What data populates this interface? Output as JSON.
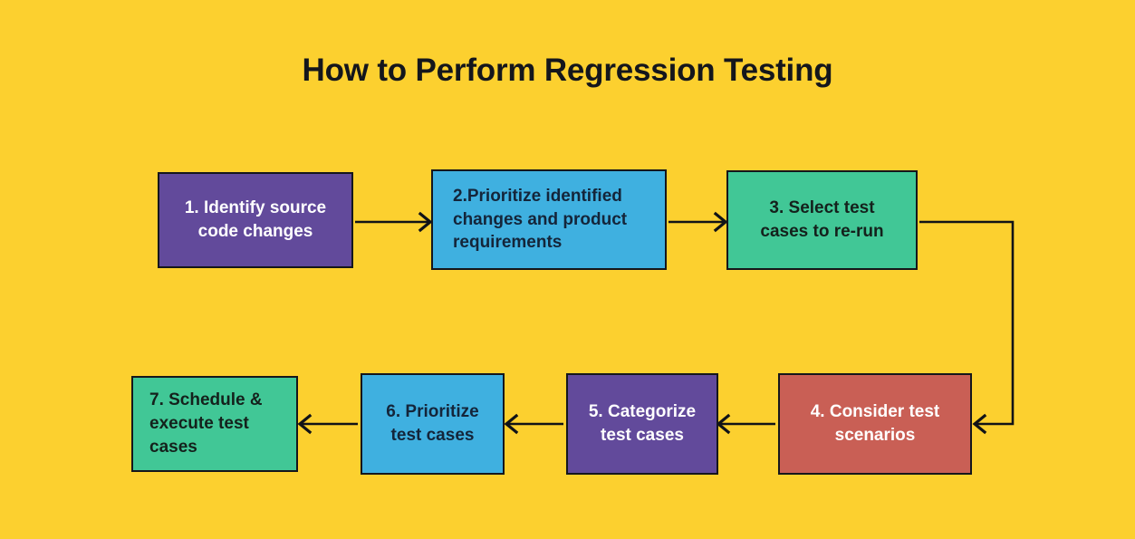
{
  "diagram": {
    "title": "How to Perform Regression Testing",
    "background_color": "#fcd02f",
    "title_color": "#14161c",
    "type": "flowchart",
    "nodes": [
      {
        "id": "n1",
        "label": "1. Identify source\ncode changes",
        "color": "#624a9b",
        "text_color": "#ffffff",
        "align": "center"
      },
      {
        "id": "n2",
        "label": "2.Prioritize identified\nchanges and product\nrequirements",
        "color": "#3fb0e0",
        "text_color": "#14253a",
        "align": "left"
      },
      {
        "id": "n3",
        "label": "3. Select test\ncases to re-run",
        "color": "#41c796",
        "text_color": "#14211c",
        "align": "center"
      },
      {
        "id": "n4",
        "label": "4. Consider test\nscenarios",
        "color": "#c95f55",
        "text_color": "#ffffff",
        "align": "center"
      },
      {
        "id": "n5",
        "label": "5. Categorize\ntest cases",
        "color": "#624a9b",
        "text_color": "#ffffff",
        "align": "center"
      },
      {
        "id": "n6",
        "label": "6. Prioritize\ntest cases",
        "color": "#3fb0e0",
        "text_color": "#14253a",
        "align": "center"
      },
      {
        "id": "n7",
        "label": "7. Schedule &\nexecute test\ncases",
        "color": "#41c796",
        "text_color": "#14211c",
        "align": "left"
      }
    ],
    "connectors": [
      {
        "from": "n1",
        "to": "n2",
        "direction": "right"
      },
      {
        "from": "n2",
        "to": "n3",
        "direction": "right"
      },
      {
        "from": "n3",
        "to": "n4",
        "direction": "elbow-down-left"
      },
      {
        "from": "n4",
        "to": "n5",
        "direction": "left"
      },
      {
        "from": "n5",
        "to": "n6",
        "direction": "left"
      },
      {
        "from": "n6",
        "to": "n7",
        "direction": "left"
      }
    ],
    "connector_color": "#111317"
  }
}
